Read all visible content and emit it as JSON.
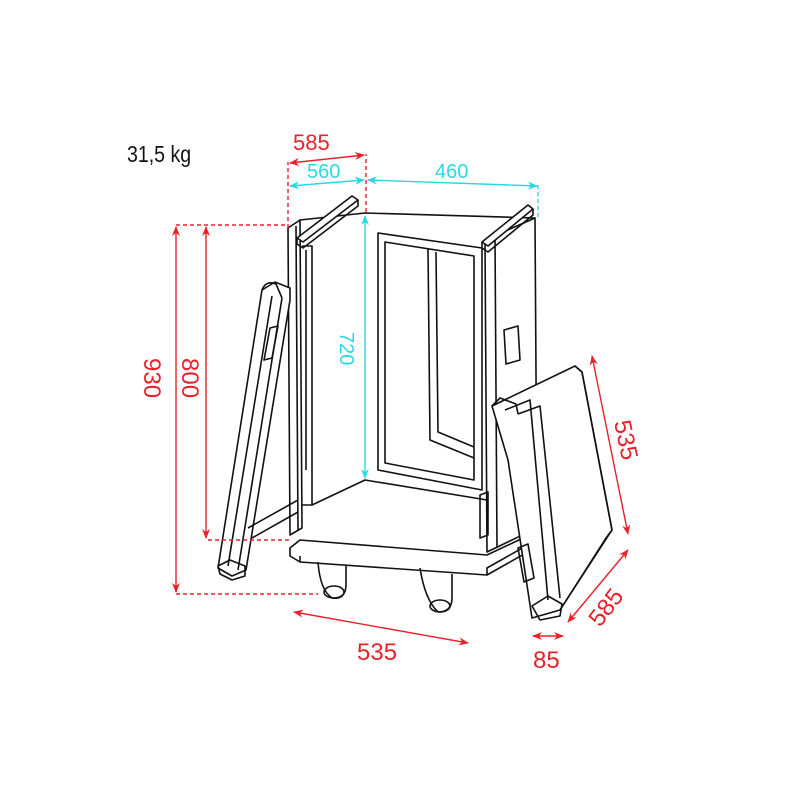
{
  "weight": {
    "label": "31,5 kg"
  },
  "colors": {
    "outer_dimension": "#e8212a",
    "inner_dimension": "#2ad8e0",
    "line_art": "#111111",
    "background": "#ffffff"
  },
  "dimensions": {
    "outer_depth_top": {
      "value": "585",
      "kind": "outer"
    },
    "inner_depth_top": {
      "value": "560",
      "kind": "inner"
    },
    "inner_width_top": {
      "value": "460",
      "kind": "inner"
    },
    "inner_height": {
      "value": "720",
      "kind": "inner"
    },
    "outer_height_total": {
      "value": "930",
      "kind": "outer"
    },
    "outer_height_body": {
      "value": "800",
      "kind": "outer"
    },
    "outer_width_bottom": {
      "value": "535",
      "kind": "outer"
    },
    "lid_height": {
      "value": "535",
      "kind": "outer"
    },
    "lid_width": {
      "value": "585",
      "kind": "outer"
    },
    "lid_depth": {
      "value": "85",
      "kind": "outer"
    }
  }
}
